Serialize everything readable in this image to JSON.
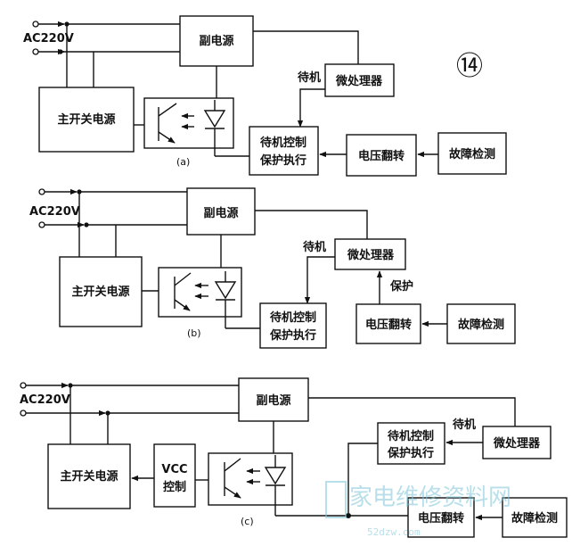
{
  "circled_number": "⑭",
  "watermark": {
    "text": "家电维修资料网",
    "url": "52dzw.com"
  },
  "panels": [
    {
      "id": "a",
      "caption": "(a)",
      "ac_input": "AC220V",
      "main_power": "主开关电源",
      "standby_power": "副电源",
      "mcu": "微处理器",
      "standby_label": "待机",
      "control_l1": "待机控制",
      "control_l2": "保护执行",
      "flip": "电压翻转",
      "detect": "故障检测"
    },
    {
      "id": "b",
      "caption": "(b)",
      "ac_input": "AC220V",
      "main_power": "主开关电源",
      "standby_power": "副电源",
      "mcu": "微处理器",
      "standby_label": "待机",
      "protect_label": "保护",
      "control_l1": "待机控制",
      "control_l2": "保护执行",
      "flip": "电压翻转",
      "detect": "故障检测"
    },
    {
      "id": "c",
      "caption": "(c)",
      "ac_input": "AC220V",
      "main_power": "主开关电源",
      "standby_power": "副电源",
      "mcu": "微处理器",
      "standby_label": "待机",
      "vcc_l1": "VCC",
      "vcc_l2": "控制",
      "control_l1": "待机控制",
      "control_l2": "保护执行",
      "flip": "电压翻转",
      "detect": "故障检测"
    }
  ]
}
